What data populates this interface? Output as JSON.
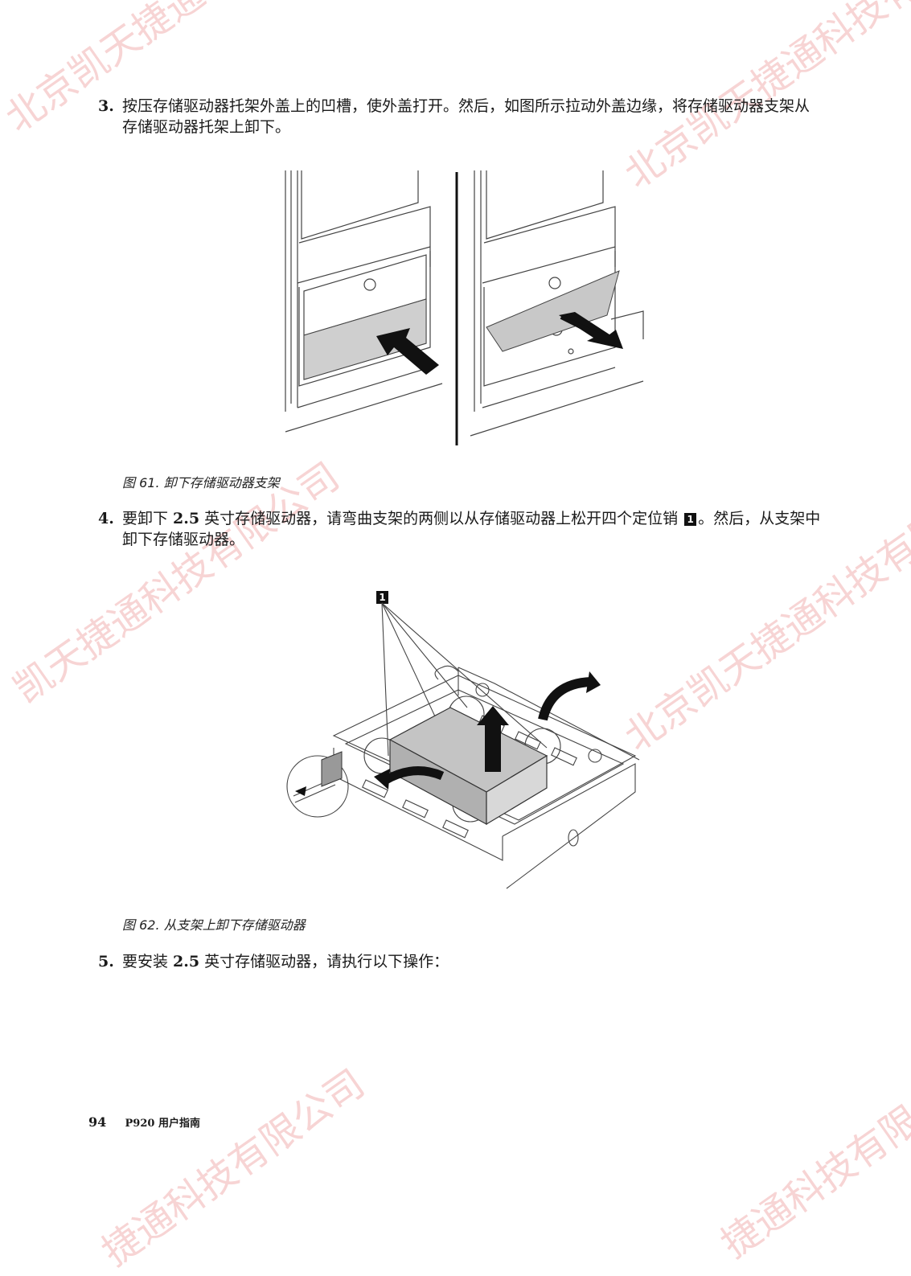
{
  "steps": [
    {
      "num": "3.",
      "text": "按压存储驱动器托架外盖上的凹槽，使外盖打开。然后，如图所示拉动外盖边缘，将存储驱动器支架从存储驱动器托架上卸下。"
    },
    {
      "num": "4.",
      "text_a": "要卸下 ",
      "text_b": "2.5",
      "text_c": " 英寸存储驱动器，请弯曲支架的两侧以从存储驱动器上松开四个定位销 ",
      "text_d": "。然后，从支架中卸下存储驱动器。"
    },
    {
      "num": "5.",
      "text_a": "要安装 ",
      "text_b": "2.5",
      "text_c": " 英寸存储驱动器，请执行以下操作："
    }
  ],
  "callout": "1",
  "figures": [
    {
      "caption": "图 61.  卸下存储驱动器支架"
    },
    {
      "caption": "图 62.  从支架上卸下存储驱动器",
      "callout": "1"
    }
  ],
  "footer": {
    "page_number": "94",
    "title": "P920 用户指南"
  },
  "watermark": {
    "text_a": "凯天捷通科技有限公司",
    "text_b": "北京凯天捷通科技有限",
    "text_c": "北京凯天捷通科",
    "text_d": "凯天捷通科技有限",
    "text_e": "捷通科技有限公司",
    "text_f": "捷通科技有限",
    "color": "#dc3c3c"
  }
}
